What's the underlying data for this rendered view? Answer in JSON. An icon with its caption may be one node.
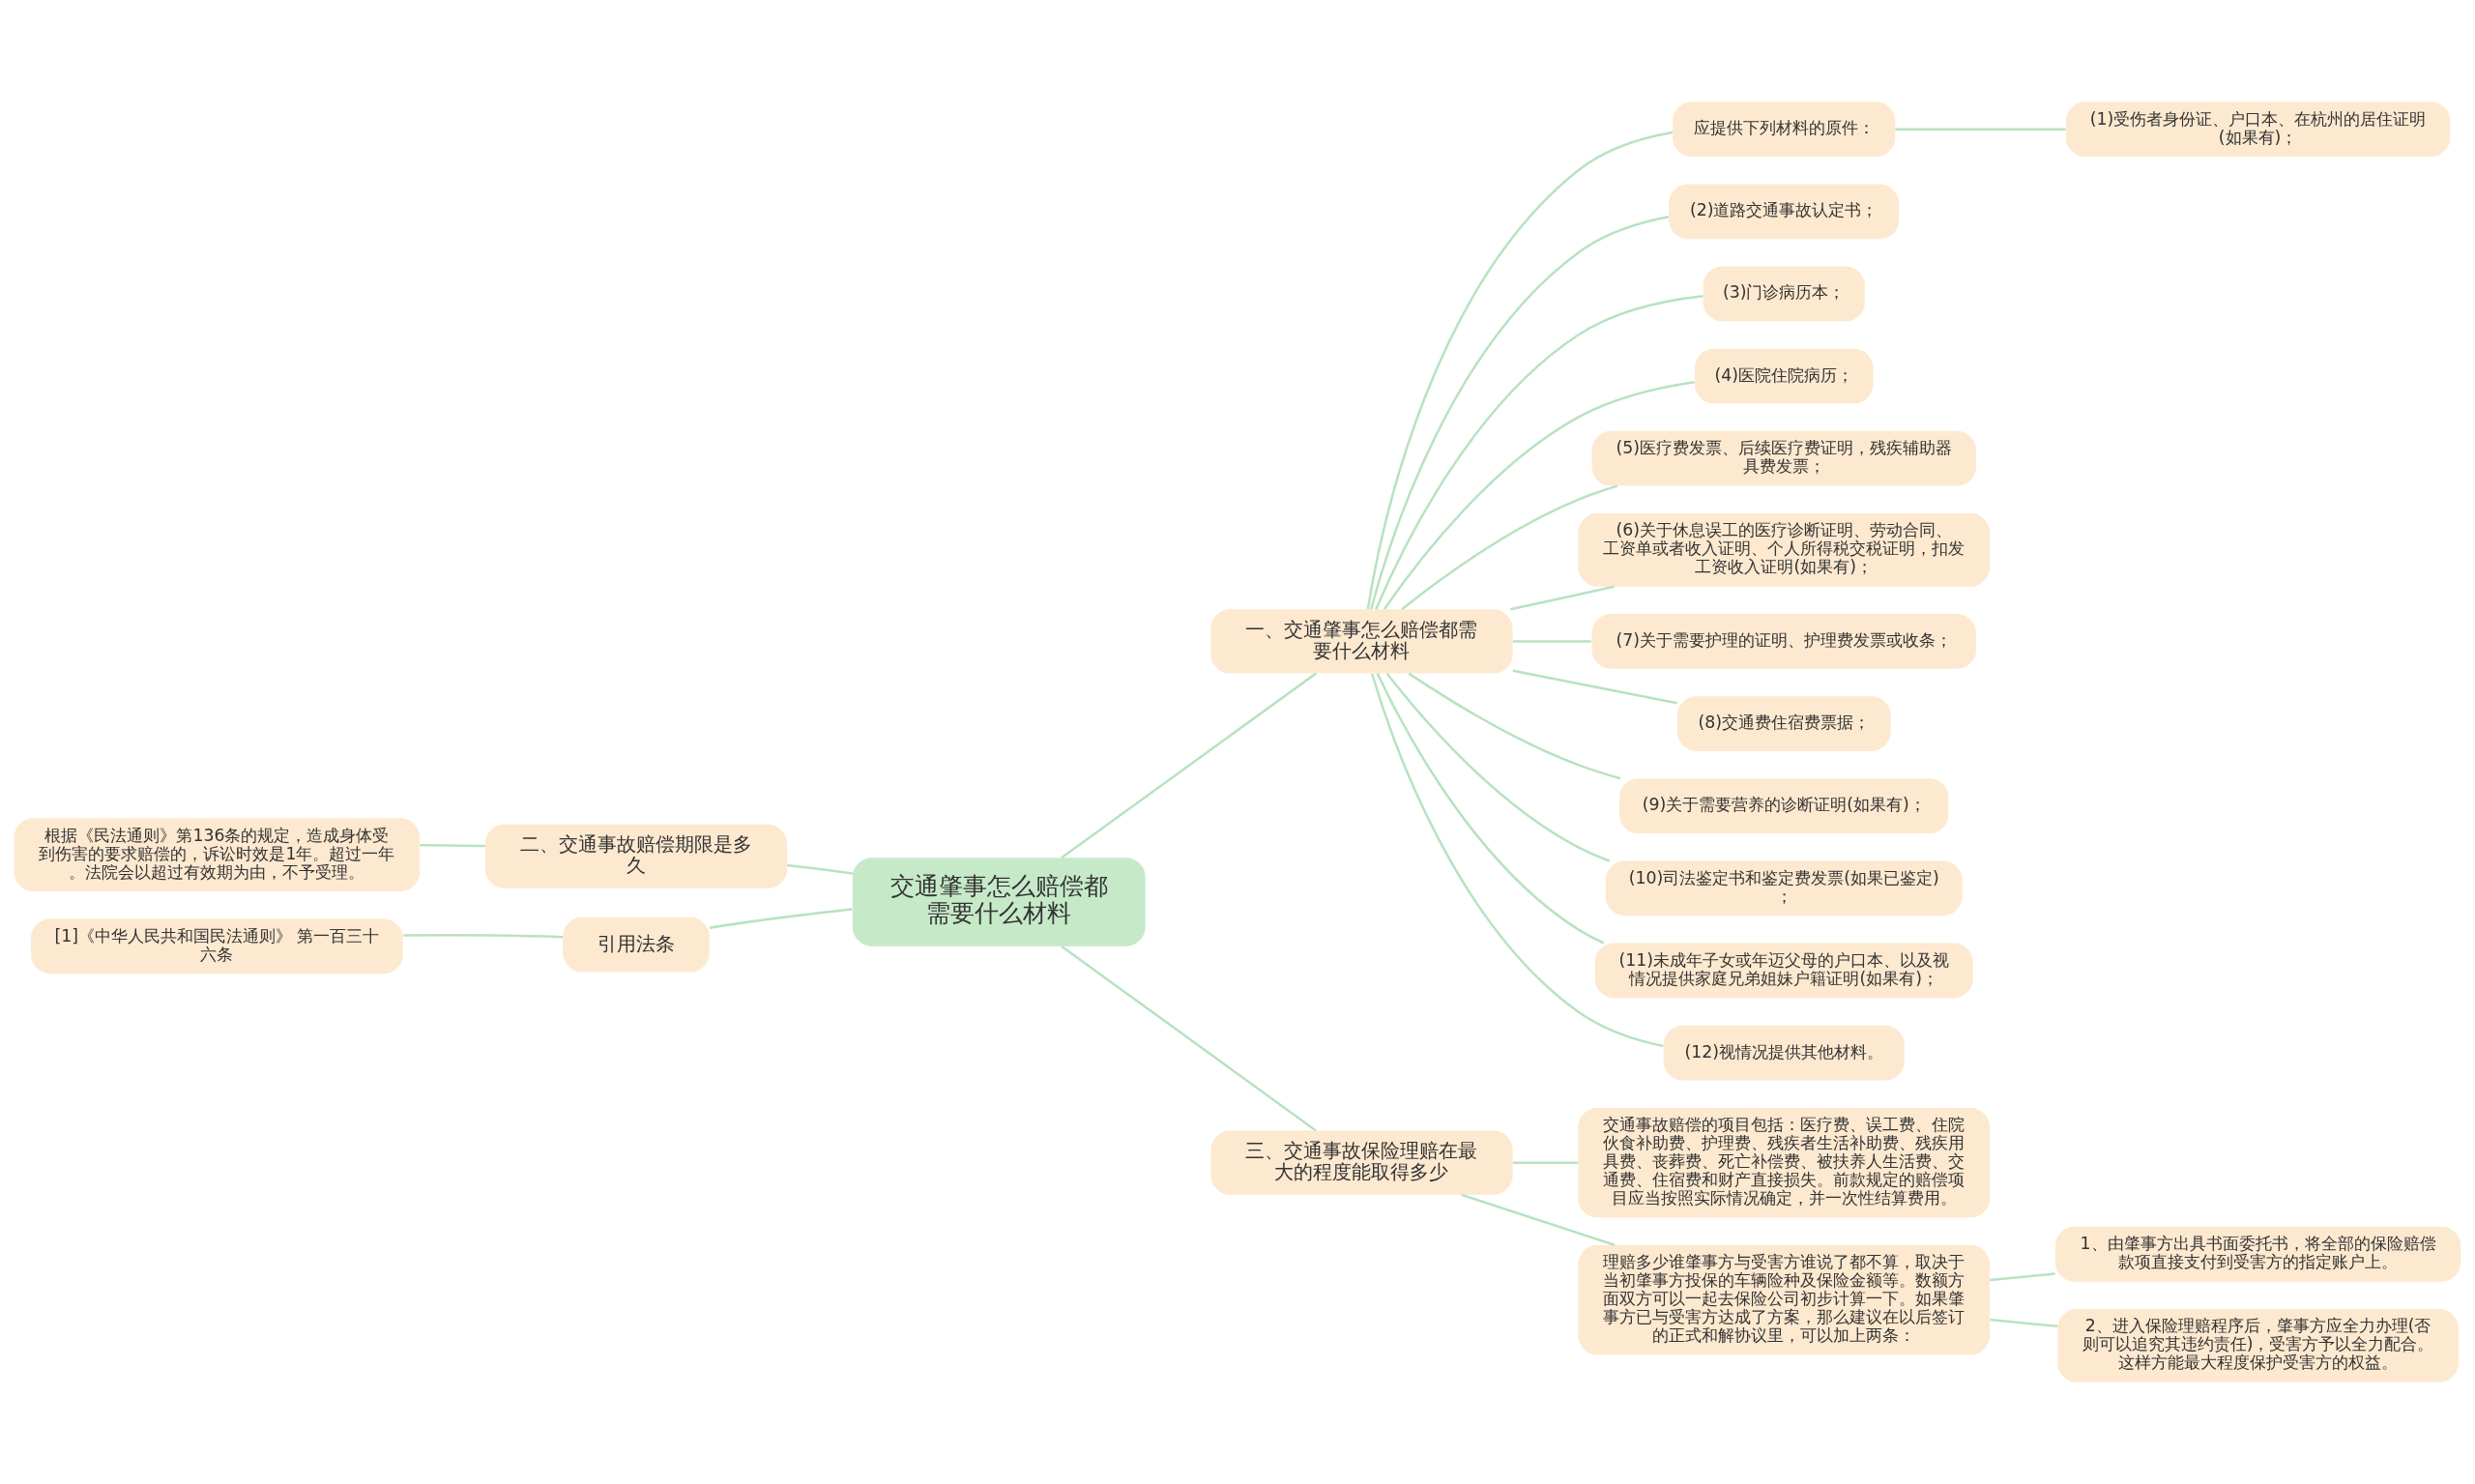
{
  "diagram": {
    "nodes": [
      {
        "text": [
          "交通肇事怎么赔偿都需要什么材料"
        ]
      },
      {
        "text": [
          "一、交通肇事怎么赔偿都需要什么材料"
        ]
      },
      {
        "text": [
          "应提供下列材料的原件："
        ]
      },
      {
        "text": [
          "(1)受伤者身份证、户口本、在杭州的居住证明(如果有)；"
        ]
      },
      {
        "text": [
          "(2)道路交通事故认定书；"
        ]
      },
      {
        "text": [
          "(3)门诊病历本；"
        ]
      },
      {
        "text": [
          "(4)医院住院病历；"
        ]
      },
      {
        "text": [
          "(5)医疗费发票、后续医疗费证明，残疾辅助器具费发票；"
        ]
      },
      {
        "text": [
          "(6)关于休息误工的医疗诊断证明、劳动合同、工资单或者收入证明、个人所得税交税证明，扣发工资收入证明(如果有)；"
        ]
      },
      {
        "text": [
          "(7)关于需要护理的证明、护理费发票或收条；"
        ]
      },
      {
        "text": [
          "(8)交通费住宿费票据；"
        ]
      },
      {
        "text": [
          "(9)关于需要营养的诊断证明(如果有)；"
        ]
      },
      {
        "text": [
          "(10)司法鉴定书和鉴定费发票(如果已鉴定)；"
        ]
      },
      {
        "text": [
          "(11)未成年子女或年迈父母的户口本、以及视情况提供家庭兄弟姐妹户籍证明(如果有)；"
        ]
      },
      {
        "text": [
          "(12)视情况提供其他材料。"
        ]
      },
      {
        "text": [
          "三、交通事故保险理赔在最大的程度能取得多少"
        ]
      },
      {
        "text": [
          "交通事故赔偿的项目包括：医疗费、误工费、住院伙食补助费、护理费、残疾者生活补助费、残疾用具费、丧葬费、死亡补偿费、被扶养人生活费、交通费、住宿费和财产直接损失。前款规定的赔偿项目应当按照实际情况确定，并一次性结算费用。"
        ]
      },
      {
        "text": [
          "理赔多少谁肇事方与受害方谁说了都不算，取决于当初肇事方投保的车辆险种及保险金额等。数额方面双方可以一起去保险公司初步计算一下。如果肇事方已与受害方达成了方案，那么建议在以后签订的正式和解协议里，可以加上两条："
        ]
      },
      {
        "text": [
          "1、由肇事方出具书面委托书，将全部的保险赔偿款项直接支付到受害方的指定账户上。"
        ]
      },
      {
        "text": [
          "2、进入保险理赔程序后，肇事方应全力办理(否则可以追究其违约责任)，受害方予以全力配合。这样方能最大程度保护受害方的权益。"
        ]
      },
      {
        "text": [
          "二、交通事故赔偿期限是多久"
        ]
      },
      {
        "text": [
          "根据《民法通则》第136条的规定，造成身体受到伤害的要求赔偿的，诉讼时效是1年。超过一年。法院会以超过有效期为由，不予受理。"
        ]
      },
      {
        "text": [
          "引用法条"
        ]
      },
      {
        "text": [
          "[1]《中华人民共和国民法通则》 第一百三十六条"
        ]
      }
    ],
    "edges": [
      {
        "from": 0,
        "to": 1,
        "arrow": "none"
      },
      {
        "from": 1,
        "to": 2,
        "arrow": "none"
      },
      {
        "from": 2,
        "to": 3,
        "arrow": "none"
      },
      {
        "from": 1,
        "to": 4,
        "arrow": "none"
      },
      {
        "from": 1,
        "to": 5,
        "arrow": "none"
      },
      {
        "from": 1,
        "to": 6,
        "arrow": "none"
      },
      {
        "from": 1,
        "to": 7,
        "arrow": "none"
      },
      {
        "from": 1,
        "to": 8,
        "arrow": "none"
      },
      {
        "from": 1,
        "to": 9,
        "arrow": "none"
      },
      {
        "from": 1,
        "to": 10,
        "arrow": "none"
      },
      {
        "from": 1,
        "to": 11,
        "arrow": "none"
      },
      {
        "from": 1,
        "to": 12,
        "arrow": "none"
      },
      {
        "from": 1,
        "to": 13,
        "arrow": "none"
      },
      {
        "from": 1,
        "to": 14,
        "arrow": "none"
      },
      {
        "from": 0,
        "to": 15,
        "arrow": "none"
      },
      {
        "from": 15,
        "to": 16,
        "arrow": "none"
      },
      {
        "from": 15,
        "to": 17,
        "arrow": "none"
      },
      {
        "from": 17,
        "to": 18,
        "arrow": "none"
      },
      {
        "from": 17,
        "to": 19,
        "arrow": "none"
      },
      {
        "from": 0,
        "to": 20,
        "arrow": "none"
      },
      {
        "from": 20,
        "to": 21,
        "arrow": "none"
      },
      {
        "from": 0,
        "to": 22,
        "arrow": "none"
      },
      {
        "from": 22,
        "to": 23,
        "arrow": "none"
      }
    ]
  }
}
